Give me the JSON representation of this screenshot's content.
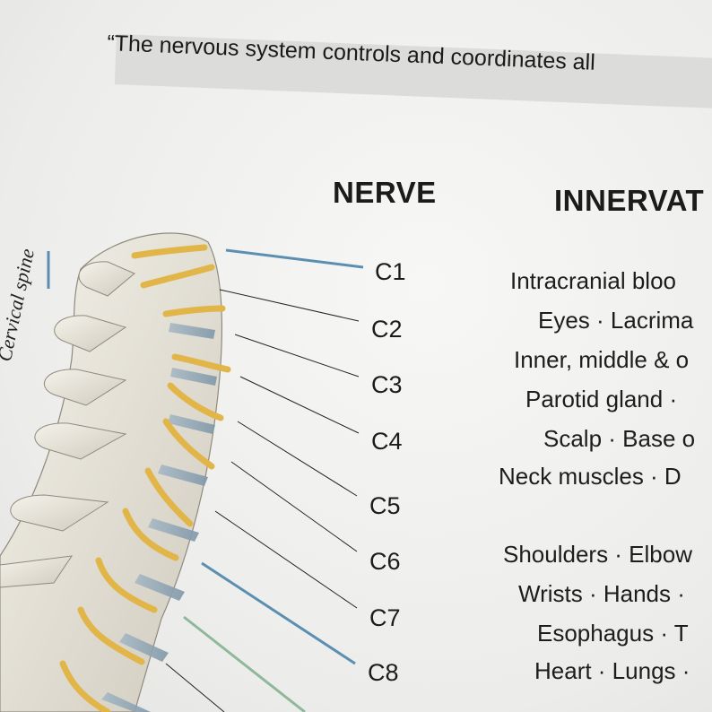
{
  "quote": "“The nervous system controls and coordinates all",
  "headers": {
    "nerve": "NERVE",
    "innervation": "INNERVAT"
  },
  "region_label": "Cervical spine",
  "nerves": [
    {
      "label": "C1",
      "color": "#5b8fb2"
    },
    {
      "label": "C2",
      "color": "#222222"
    },
    {
      "label": "C3",
      "color": "#222222"
    },
    {
      "label": "C4",
      "color": "#222222"
    },
    {
      "label": "C5",
      "color": "#222222"
    },
    {
      "label": "C6",
      "color": "#222222"
    },
    {
      "label": "C7",
      "color": "#222222"
    },
    {
      "label": "C8",
      "color": "#5b8fb2"
    }
  ],
  "innervations": [
    "Intracranial bloo",
    "Eyes · Lacrima",
    "Inner, middle & o",
    "Parotid gland ·",
    "Scalp · Base o",
    "Neck muscles · D",
    "Shoulders · Elbow",
    "Wrists · Hands ·",
    "Esophagus · T",
    "Heart · Lungs ·"
  ],
  "colors": {
    "cervical_blue": "#5b8fb2",
    "thoracic_green": "#8fb89a",
    "nerve_yellow": "#e2b548",
    "bone": "#e9e5da"
  }
}
